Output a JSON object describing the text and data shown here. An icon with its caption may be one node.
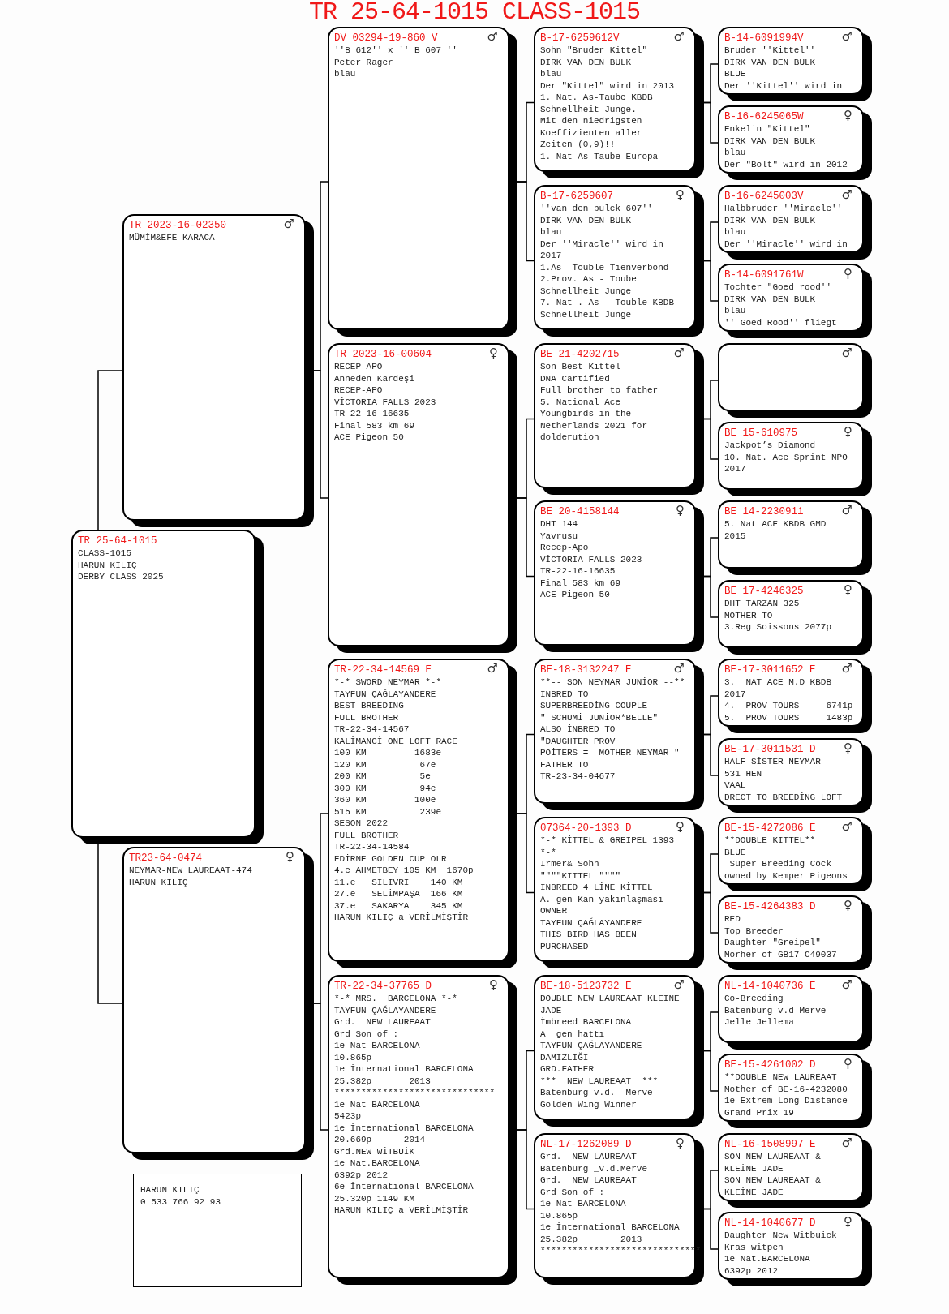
{
  "diagram": {
    "title": "TR 25-64-1015 CLASS-1015",
    "nodes": [
      {
        "text": [
          "TR 25-64-1015",
          "CLASS-1015",
          "HARUN KILIÇ",
          "DERBY CLASS 2025"
        ]
      },
      {
        "text": [
          "TR 2023-16-02350",
          "♂",
          "MÜMİM&EFE KARACA"
        ]
      },
      {
        "text": [
          "TR23-64-0474",
          "♀",
          "NEYMAR-NEW LAUREAAT-474",
          "HARUN KILIÇ"
        ]
      },
      {
        "text": [
          "DV 03294-19-860 V",
          "♂",
          "''B 612'' x '' B 607 ''",
          "Peter Rager",
          "blau"
        ]
      },
      {
        "text": [
          "TR 2023-16-00604",
          "♀",
          "RECEP-APO",
          "Anneden Kardeşi",
          "RECEP-APO",
          "VİCTORIA FALLS 2023",
          "TR-22-16-16635",
          "Final 583 km 69",
          "ACE Pigeon 50"
        ]
      },
      {
        "text": [
          "TR-22-34-14569 E",
          "♂",
          "*-* SWORD NEYMAR *-*",
          "TAYFUN ÇAĞLAYANDERE",
          "BEST BREEDING",
          "FULL BROTHER",
          "TR-22-34-14567",
          "KALİMANCİ ONE LOFT RACE",
          "100 KM         1683e",
          "120 KM          67e",
          "200 KM          5e",
          "300 KM          94e",
          "360 KM         100e",
          "515 KM          239e",
          "SESON 2022",
          "FULL BROTHER",
          "TR-22-34-14584",
          "EDİRNE GOLDEN CUP OLR",
          "4.e AHMETBEY 105 KM  1670p",
          "11.e   SİLİVRİ    140 KM",
          "27.e   SELİMPAŞA  166 KM",
          "37.e   SAKARYA    345 KM",
          "HARUN KILIÇ a VERİLMİŞTİR"
        ]
      },
      {
        "text": [
          "TR-22-34-37765 D",
          "♀",
          "*-* MRS.  BARCELONA *-*",
          "TAYFUN ÇAĞLAYANDERE",
          "Grd.  NEW LAUREAAT",
          "Grd Son of :",
          "1e Nat BARCELONA",
          "10.865p",
          "1e İnternational BARCELONA",
          "25.382p       2013",
          "******************************",
          "1e Nat BARCELONA",
          "5423p",
          "1e İnternational BARCELONA",
          "20.669p      2014",
          "Grd.NEW WİTBUİK",
          "1e Nat.BARCELONA",
          "6392p 2012",
          "6e İnternational BARCELONA",
          "25.320p 1149 KM",
          "HARUN KILIÇ a VERİLMİŞTİR"
        ]
      },
      {
        "text": [
          "B-17-6259612V",
          "♂",
          "Sohn ″Bruder Kittel″",
          "DIRK VAN DEN BULK",
          "blau",
          "Der ″Kittel″ wird in 2013",
          "1. Nat. As-Taube KBDB",
          "Schnellheit Junge.",
          "Mit den niedrigsten",
          "Koeffizienten aller",
          "Zeiten (0,9)!!",
          "1. Nat As-Taube Europa"
        ]
      },
      {
        "text": [
          "B-17-6259607",
          "♀",
          "''van den bulck 607''",
          "DIRK VAN DEN BULK",
          "blau",
          "Der ''Miracle'' wird in",
          "2017",
          "1.As- Touble Tienverbond",
          "2.Prov. As - Toube",
          "Schnellheit Junge",
          "7. Nat . As - Touble KBDB",
          "Schnellheit Junge"
        ]
      },
      {
        "text": [
          "BE 21-4202715",
          "♂",
          "Son Best Kittel",
          "DNA Cartified",
          "Full brother to father",
          "5. National Ace",
          "Youngbirds in the",
          "Netherlands 2021 for",
          "dolderution"
        ]
      },
      {
        "text": [
          "BE 20-4158144",
          "♀",
          "DHT 144",
          "Yavrusu",
          "Recep-Apo",
          "VİCTORIA FALLS 2023",
          "TR-22-16-16635",
          "Final 583 km 69",
          "ACE Pigeon 50"
        ]
      },
      {
        "text": [
          "BE-18-3132247 E",
          "♂",
          "**-- SON NEYMAR JUNİOR --**",
          "INBRED TO",
          "SUPERBREEDİNG COUPLE",
          "″ SCHUMİ JUNİOR*BELLE″",
          "ALSO İNBRED TO",
          "″DAUGHTER PROV",
          "POİTERS =  MOTHER NEYMAR ″",
          "FATHER TO",
          "TR-23-34-04677"
        ]
      },
      {
        "text": [
          "07364-20-1393 D",
          "♀",
          "*-* KİTTEL & GREIPEL 1393",
          "*-*",
          "Irmer& Sohn",
          "″″″″KITTEL ″″″″",
          "INBREED 4 LİNE KİTTEL",
          "A. gen Kan yakınlaşması",
          "OWNER",
          "TAYFUN ÇAĞLAYANDERE",
          "THIS BIRD HAS BEEN",
          "PURCHASED"
        ]
      },
      {
        "text": [
          "BE-18-5123732 E",
          "♂",
          "DOUBLE NEW LAUREAAT KLEİNE",
          "JADE",
          "İmbreed BARCELONA",
          "A  gen hattı",
          "TAYFUN ÇAĞLAYANDERE",
          "DAMIZLIĞI",
          "GRD.FATHER",
          "***  NEW LAUREAAT  ***",
          "Batenburg-v.d.  Merve",
          "Golden Wing Winner"
        ]
      },
      {
        "text": [
          "NL-17-1262089 D",
          "♀",
          "Grd.  NEW LAUREAAT",
          "Batenburg _v.d.Merve",
          "Grd.  NEW LAUREAAT",
          "Grd Son of :",
          "1e Nat BARCELONA",
          "10.865p",
          "1e İnternational BARCELONA",
          "25.382p        2013",
          "******************************"
        ]
      },
      {
        "text": [
          "B-14-6091994V",
          "♂",
          "Bruder ''Kittel''",
          "DIRK VAN DEN BULK",
          "BLUE",
          "Der ''Kittel'' wird in"
        ]
      },
      {
        "text": [
          "B-16-6245065W",
          "♀",
          "Enkelin ″Kittel″",
          "DIRK VAN DEN BULK",
          "blau",
          "Der ″Bolt″ wird in 2012"
        ]
      },
      {
        "text": [
          "B-16-6245003V",
          "♂",
          "Halbbruder ''Miracle''",
          "DIRK VAN DEN BULK",
          "blau",
          "Der ''Miracle'' wird in"
        ]
      },
      {
        "text": [
          "B-14-6091761W",
          "♀",
          "Tochter ″Goed rood''",
          "DIRK VAN DEN BULK",
          "blau",
          "'' Goed Rood'' fliegt"
        ]
      },
      {
        "text": [
          "♂"
        ]
      },
      {
        "text": [
          "BE 15-610975",
          "♀",
          "Jackpot’s Diamond",
          "10. Nat. Ace Sprint NPO",
          "2017"
        ]
      },
      {
        "text": [
          "BE 14-2230911",
          "♂",
          "5. Nat ACE KBDB GMD",
          "2015"
        ]
      },
      {
        "text": [
          "BE 17-4246325",
          "♀",
          "DHT TARZAN 325",
          "MOTHER TO",
          "3.Reg Soissons 2077p"
        ]
      },
      {
        "text": [
          "BE-17-3011652 E",
          "♂",
          "3.  NAT ACE M.D KBDB",
          "2017",
          "4.  PROV TOURS     6741p",
          "5.  PROV TOURS     1483p"
        ]
      },
      {
        "text": [
          "BE-17-3011531 D",
          "♀",
          "HALF SİSTER NEYMAR",
          "531 HEN",
          "VAAL",
          "DRECT TO BREEDİNG LOFT"
        ]
      },
      {
        "text": [
          "BE-15-4272086 E",
          "♂",
          "**DOUBLE KITTEL**",
          "BLUE",
          " Super Breeding Cock",
          "owned by Kemper Pigeons"
        ]
      },
      {
        "text": [
          "BE-15-4264383 D",
          "♀",
          "RED",
          "Top Breeder",
          "Daughter ″Greipel″",
          "Morher of GB17-C49037"
        ]
      },
      {
        "text": [
          "NL-14-1040736 E",
          "♂",
          "Co-Breeding",
          "Batenburg-v.d Merve",
          "Jelle Jellema"
        ]
      },
      {
        "text": [
          "BE-15-4261002 D",
          "♀",
          "**DOUBLE NEW LAUREAAT",
          "Mother of BE-16-4232080",
          "1e Extrem Long Distance",
          "Grand Prix 19"
        ]
      },
      {
        "text": [
          "NL-16-1508997 E",
          "♂",
          "SON NEW LAUREAAT &",
          "KLEİNE JADE",
          "SON NEW LAUREAAT &",
          "KLEİNE JADE"
        ]
      },
      {
        "text": [
          "NL-14-1040677 D",
          "♀",
          "Daughter New Witbuick",
          "Kras witpen",
          "1e Nat.BARCELONA",
          "6392p 2012"
        ]
      },
      {
        "text": [
          "HARUN KILIÇ",
          "0 533 766 92 93"
        ]
      }
    ],
    "edges": [
      {
        "from": 0,
        "to": 1,
        "arrow": "none"
      },
      {
        "from": 0,
        "to": 2,
        "arrow": "none"
      },
      {
        "from": 1,
        "to": 3,
        "arrow": "none"
      },
      {
        "from": 1,
        "to": 4,
        "arrow": "none"
      },
      {
        "from": 2,
        "to": 5,
        "arrow": "none"
      },
      {
        "from": 2,
        "to": 6,
        "arrow": "none"
      },
      {
        "from": 3,
        "to": 7,
        "arrow": "none"
      },
      {
        "from": 3,
        "to": 8,
        "arrow": "none"
      },
      {
        "from": 4,
        "to": 9,
        "arrow": "none"
      },
      {
        "from": 4,
        "to": 10,
        "arrow": "none"
      },
      {
        "from": 5,
        "to": 11,
        "arrow": "none"
      },
      {
        "from": 5,
        "to": 12,
        "arrow": "none"
      },
      {
        "from": 6,
        "to": 13,
        "arrow": "none"
      },
      {
        "from": 6,
        "to": 14,
        "arrow": "none"
      },
      {
        "from": 7,
        "to": 15,
        "arrow": "none"
      },
      {
        "from": 7,
        "to": 16,
        "arrow": "none"
      },
      {
        "from": 8,
        "to": 17,
        "arrow": "none"
      },
      {
        "from": 8,
        "to": 18,
        "arrow": "none"
      },
      {
        "from": 9,
        "to": 19,
        "arrow": "none"
      },
      {
        "from": 9,
        "to": 20,
        "arrow": "none"
      },
      {
        "from": 10,
        "to": 21,
        "arrow": "none"
      },
      {
        "from": 10,
        "to": 22,
        "arrow": "none"
      },
      {
        "from": 11,
        "to": 23,
        "arrow": "none"
      },
      {
        "from": 11,
        "to": 24,
        "arrow": "none"
      },
      {
        "from": 12,
        "to": 25,
        "arrow": "none"
      },
      {
        "from": 12,
        "to": 26,
        "arrow": "none"
      },
      {
        "from": 13,
        "to": 27,
        "arrow": "none"
      },
      {
        "from": 13,
        "to": 28,
        "arrow": "none"
      },
      {
        "from": 14,
        "to": 29,
        "arrow": "none"
      },
      {
        "from": 14,
        "to": 30,
        "arrow": "none"
      }
    ]
  }
}
